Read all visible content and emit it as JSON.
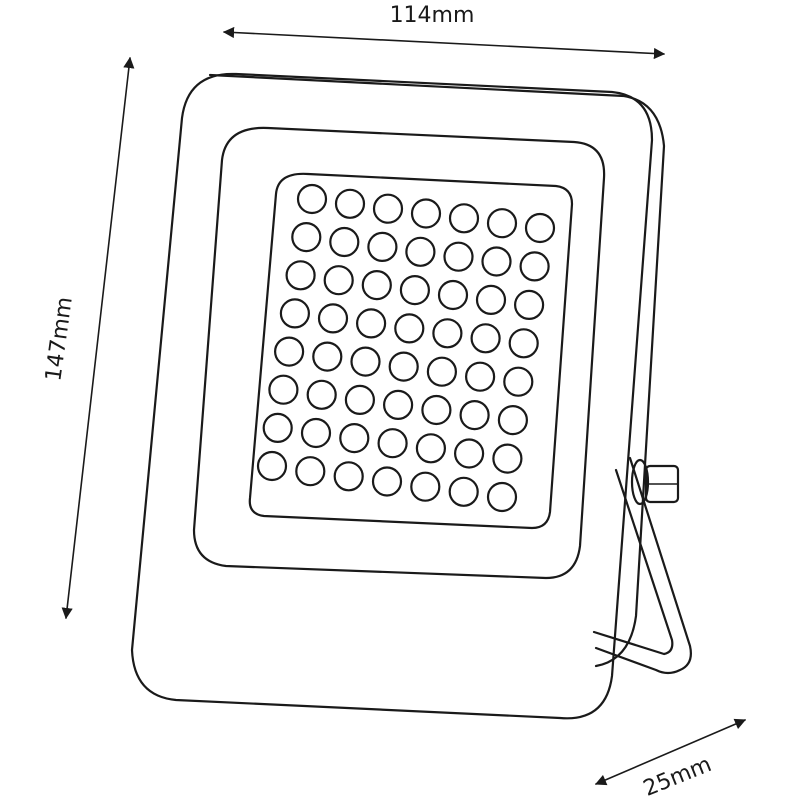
{
  "dimensions": {
    "width_label": "114mm",
    "height_label": "147mm",
    "depth_label": "25mm"
  },
  "led_grid": {
    "rows": 8,
    "cols": 7
  },
  "colors": {
    "line": "#1a1a1a",
    "background": "#ffffff"
  }
}
